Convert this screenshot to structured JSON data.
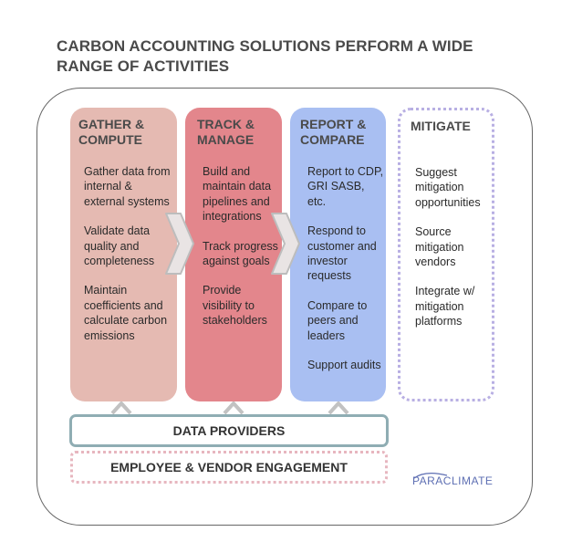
{
  "title": {
    "line1": "CARBON ACCOUNTING SOLUTIONS PERFORM A WIDE",
    "line2": "RANGE OF ACTIVITIES"
  },
  "columns": [
    {
      "heading_line1": "GATHER &",
      "heading_line2": "COMPUTE",
      "items": [
        "Gather data from internal & external systems",
        "Validate data quality and completeness",
        "Maintain coefficients and calculate carbon emissions"
      ]
    },
    {
      "heading_line1": "TRACK &",
      "heading_line2": "MANAGE",
      "items": [
        "Build and maintain data pipelines and integrations",
        "Track progress against goals",
        "Provide visibility to stakeholders"
      ]
    },
    {
      "heading_line1": "REPORT &",
      "heading_line2": "COMPARE",
      "items": [
        "Report to CDP, GRI SASB, etc.",
        "Respond to customer and investor requests",
        "Compare to peers and leaders",
        "Support audits"
      ]
    },
    {
      "heading_line1": "MITIGATE",
      "heading_line2": "",
      "items": [
        "Suggest mitigation opportunities",
        "Source mitigation vendors",
        "Integrate w/ mitigation platforms"
      ]
    }
  ],
  "bars": {
    "data_providers": "DATA PROVIDERS",
    "engagement": "EMPLOYEE & VENDOR ENGAGEMENT"
  },
  "logo": {
    "text": "PARACLIMATE"
  },
  "colors": {
    "gather": "#e5bab2",
    "track": "#e3868c",
    "report": "#a9bff2",
    "mitigate_border": "#b8afe3",
    "data_providers_border": "#8fadb3",
    "engagement_border": "#e7b6bf",
    "logo": "#5e6fb3"
  }
}
